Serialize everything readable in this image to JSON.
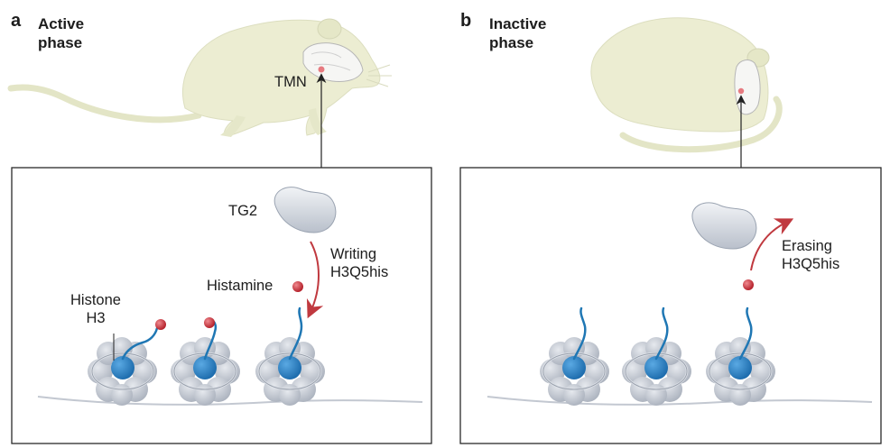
{
  "panel_a": {
    "letter": "a",
    "phase_line1": "Active",
    "phase_line2": "phase",
    "brain_label": "TMN",
    "enzyme_label": "TG2",
    "process_line1": "Writing",
    "process_line2": "H3Q5his",
    "ligand_label": "Histamine",
    "histone_line1": "Histone",
    "histone_line2": "H3"
  },
  "panel_b": {
    "letter": "b",
    "phase_line1": "Inactive",
    "phase_line2": "phase",
    "process_line1": "Erasing",
    "process_line2": "H3Q5his"
  },
  "colors": {
    "mouse_body": "#ecedd2",
    "mouse_outline": "#d6d8b8",
    "brain": "#f4f4f2",
    "nucleosome": "#b8bec9",
    "histone_core": "#2f86c8",
    "tail": "#1f77b4",
    "histamine": "#c8303a",
    "arrow": "#c0393f",
    "dna": "#c3c8d1"
  }
}
